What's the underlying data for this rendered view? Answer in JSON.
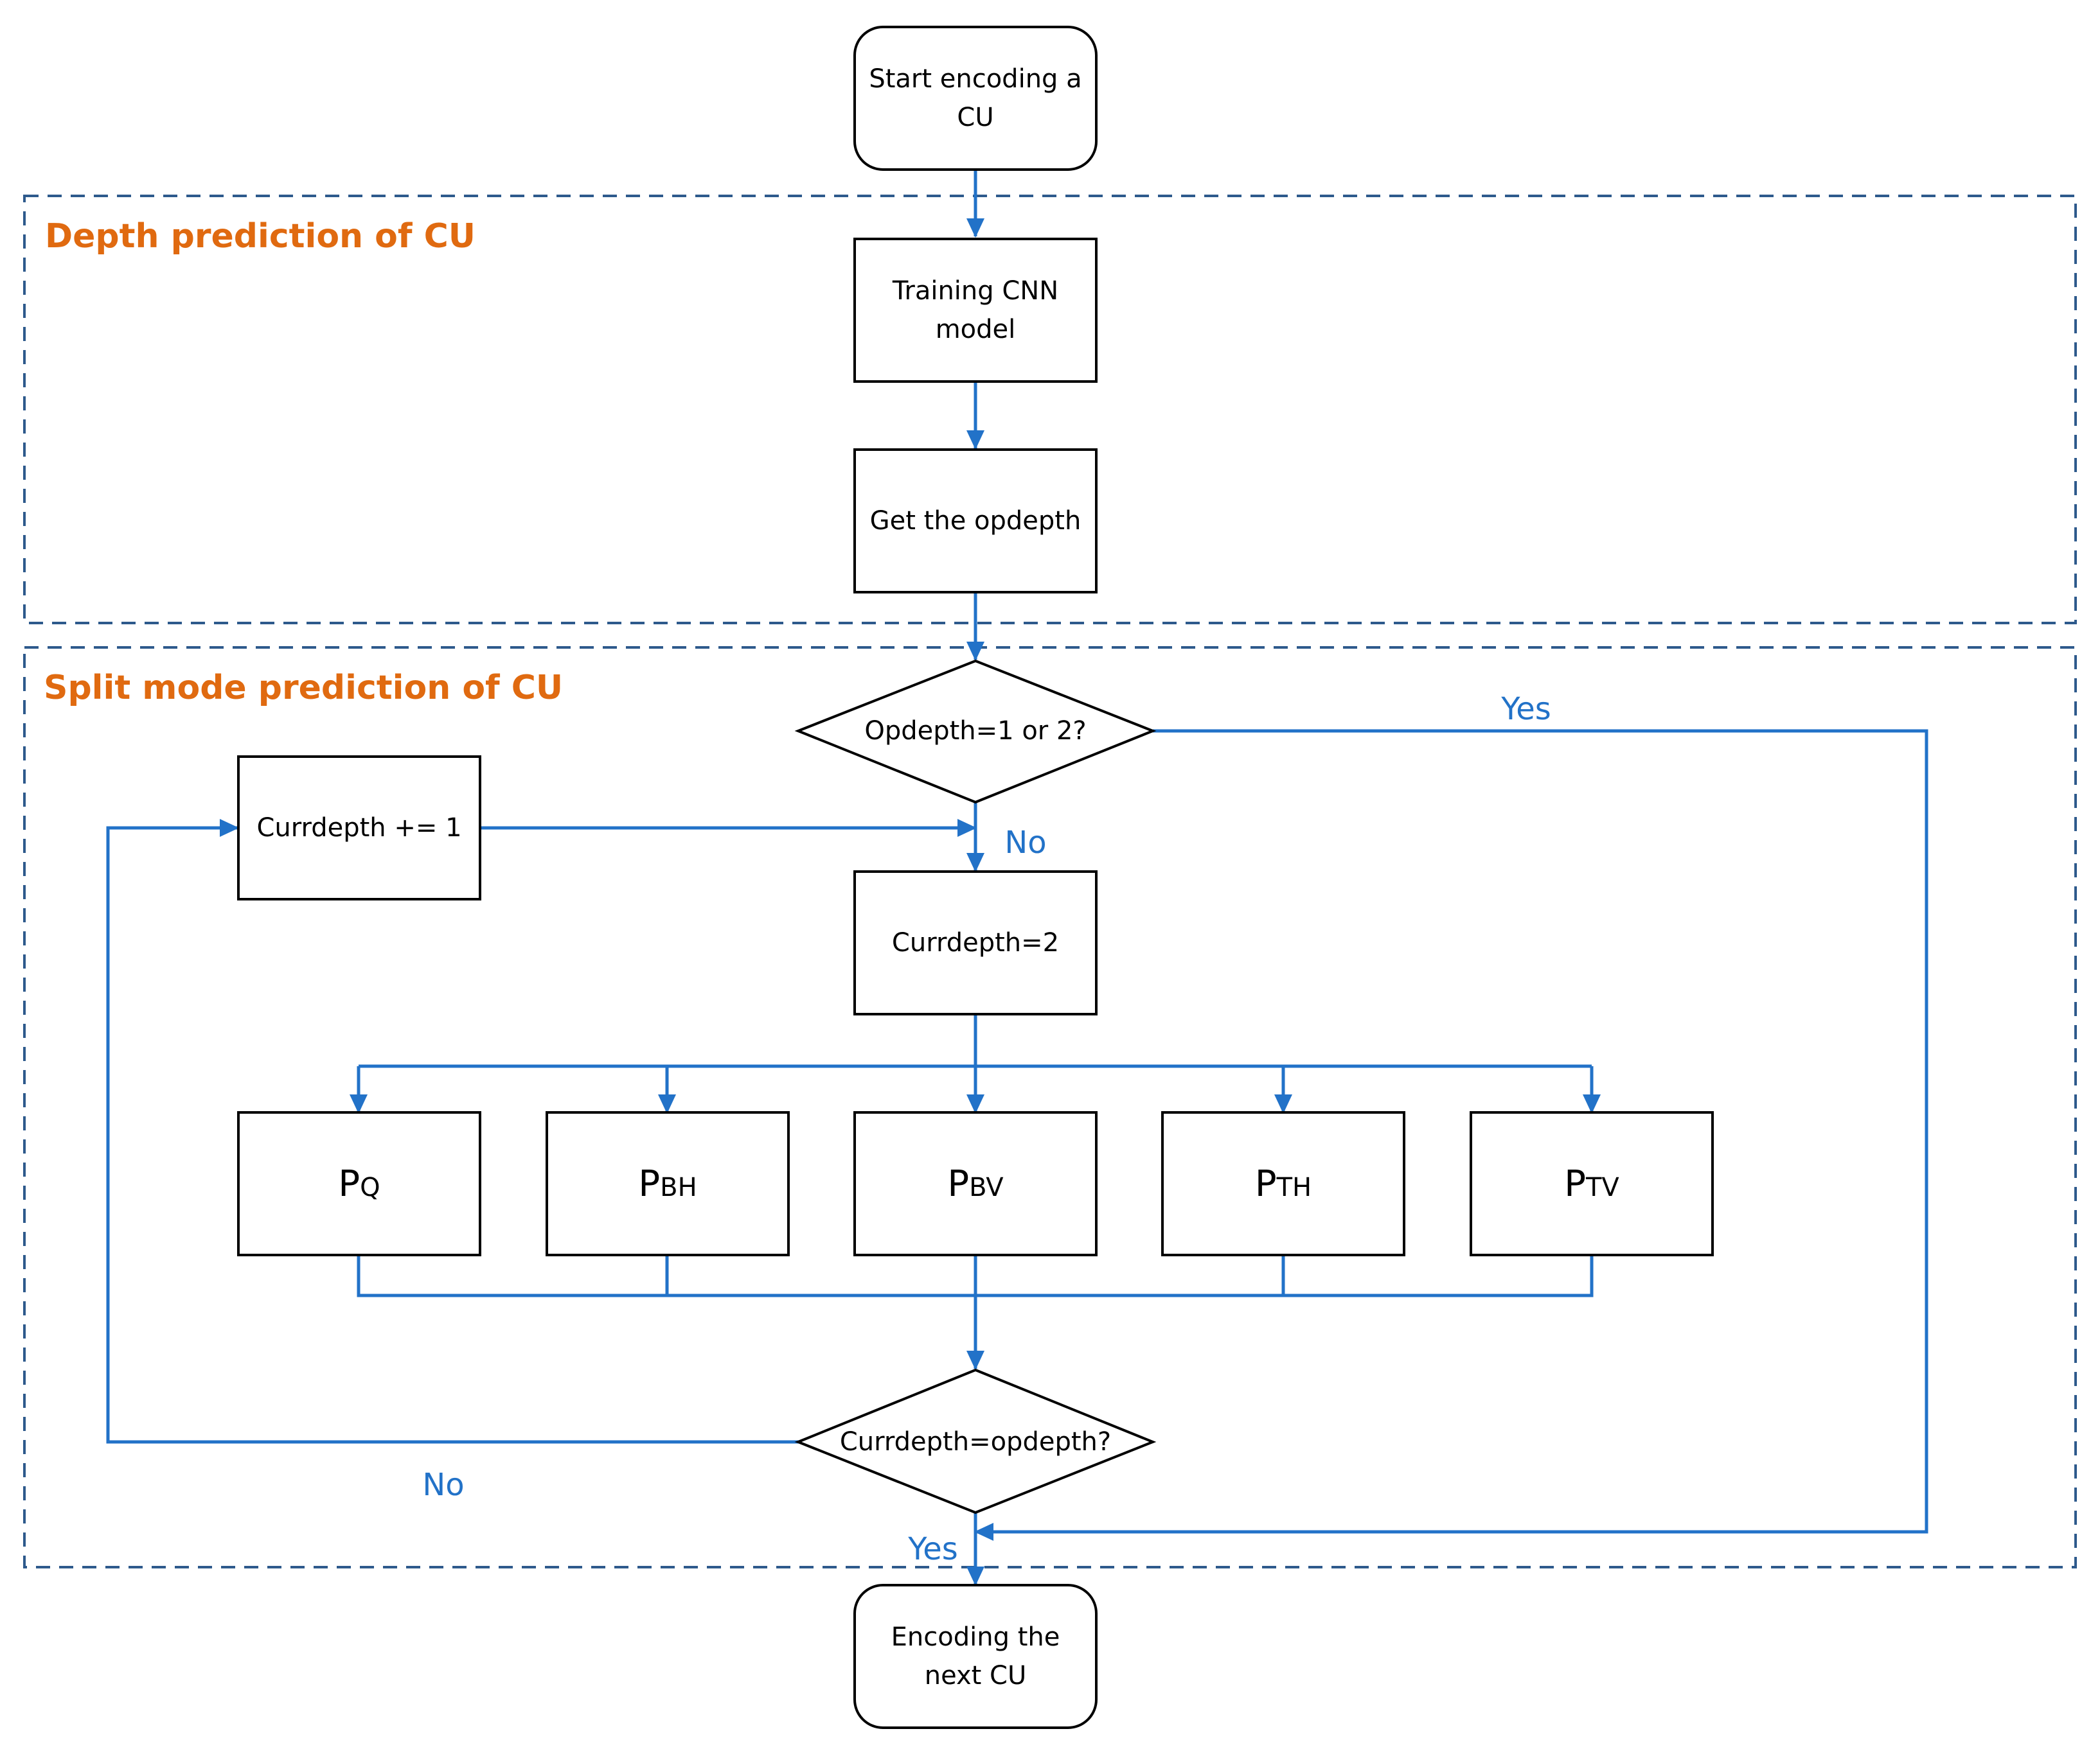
{
  "colors": {
    "flow": "#2272c8",
    "region_border": "#2e5a8c",
    "region_title": "#e06a10",
    "node_border": "#000000",
    "node_text": "#000000"
  },
  "regions": {
    "depth": {
      "title": "Depth prediction of CU"
    },
    "split": {
      "title": "Split mode prediction of CU"
    }
  },
  "nodes": {
    "start": {
      "lines": [
        "Start encoding a",
        "CU"
      ]
    },
    "train": {
      "lines": [
        "Training CNN",
        "model"
      ]
    },
    "get_opdepth": {
      "lines": [
        "Get the opdepth"
      ]
    },
    "decision_opdepth": {
      "lines": [
        "Opdepth=1 or 2?"
      ]
    },
    "currdepth_inc": {
      "lines": [
        "Currdepth += 1"
      ]
    },
    "currdepth_init": {
      "lines": [
        "Currdepth=2"
      ]
    },
    "decision_curr": {
      "lines": [
        "Currdepth=opdepth?"
      ]
    },
    "end": {
      "lines": [
        "Encoding the",
        "next CU"
      ]
    }
  },
  "partitions": [
    {
      "main": "P",
      "sub": "Q"
    },
    {
      "main": "P",
      "sub": "BH"
    },
    {
      "main": "P",
      "sub": "BV"
    },
    {
      "main": "P",
      "sub": "TH"
    },
    {
      "main": "P",
      "sub": "TV"
    }
  ],
  "edge_labels": {
    "opdepth_yes": "Yes",
    "opdepth_no": "No",
    "curr_no": "No",
    "curr_yes": "Yes"
  }
}
